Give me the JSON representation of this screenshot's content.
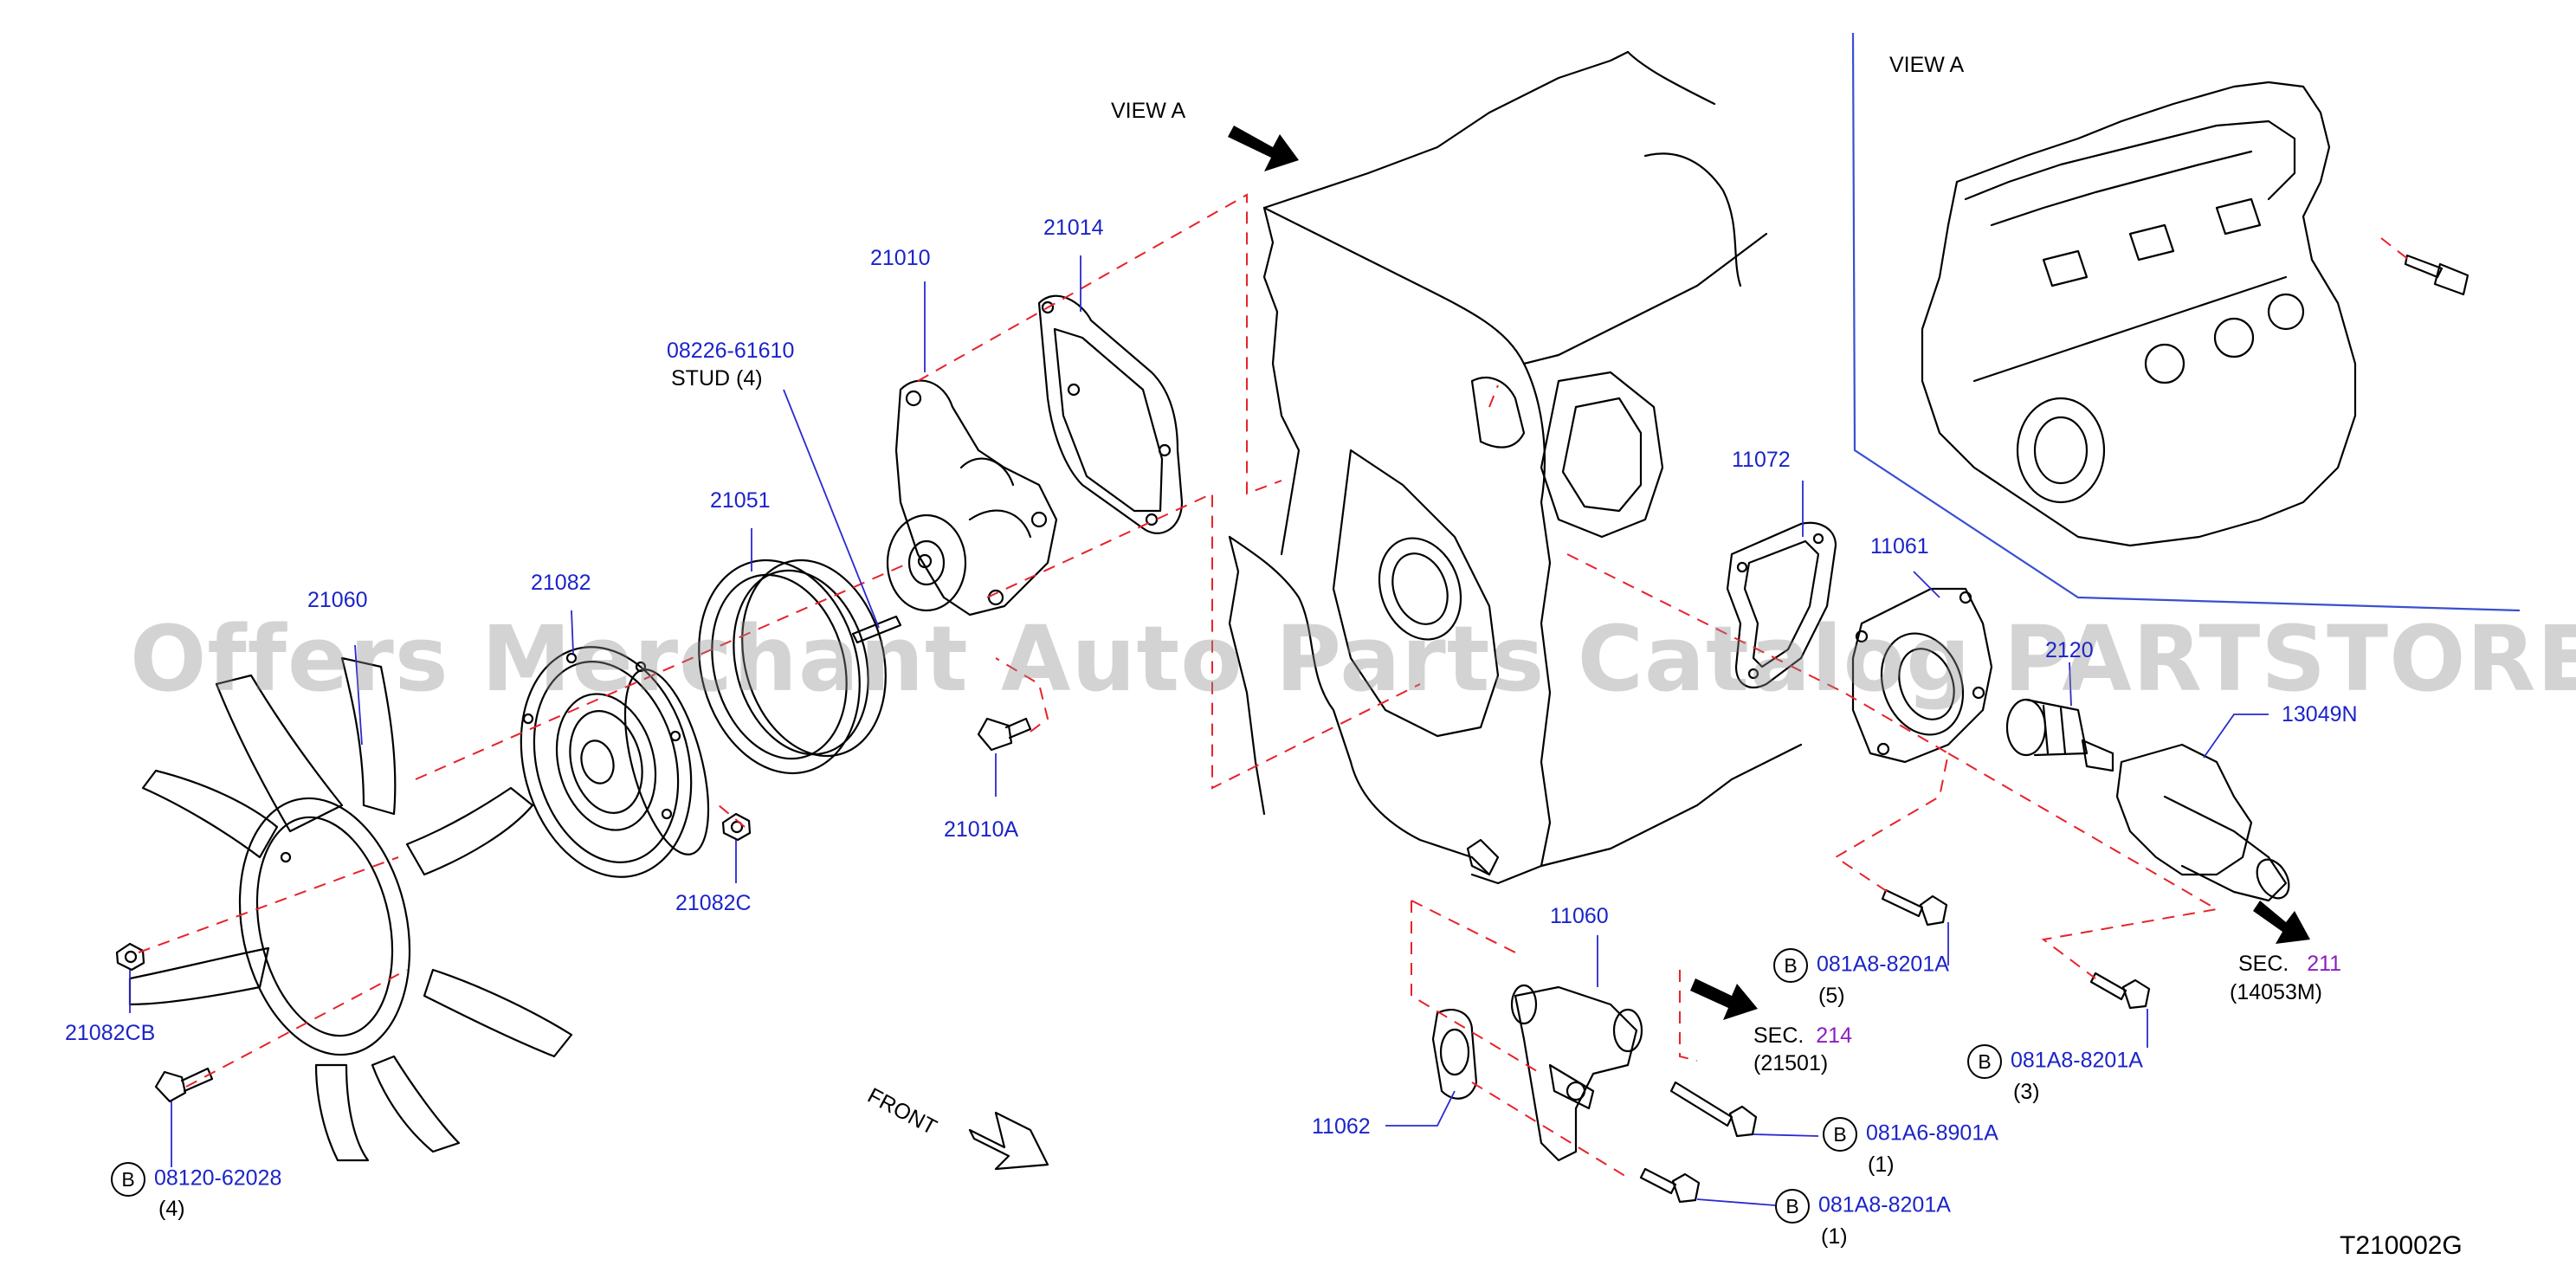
{
  "view_a_main": "VIEW   A",
  "view_a_inset": "VIEW   A",
  "front": "FRONT",
  "code": "T210002G",
  "watermark": "Offers Merchant Auto Parts Catalog PARTSTORE.SA",
  "colors": {
    "part_number": "#1b24c9",
    "section": "#8a1fbf",
    "leader": "#2a2ad0",
    "dash": "#e8222a"
  },
  "parts": {
    "p21060": "21060",
    "p21082": "21082",
    "p21051": "21051",
    "p08226": "08226-61610",
    "stud": "STUD  (4)",
    "p21010": "21010",
    "p21014": "21014",
    "p21010A": "21010A",
    "p21082C": "21082C",
    "p21082CB": "21082CB",
    "p08120": "08120-62028",
    "q4": "(4)",
    "p11072": "11072",
    "p11061": "11061",
    "p2120": "2120",
    "p13049N": "13049N",
    "p11060": "11060",
    "p11062": "11062",
    "b1_pn": "081A8-8201A",
    "b1_q": "(5)",
    "b2_pn": "081A8-8201A",
    "b2_q": "(3)",
    "b3_pn": "081A6-8901A",
    "b3_q": "(1)",
    "b4_pn": "081A8-8201A",
    "b4_q": "(1)",
    "b_letter": "B"
  },
  "sections": {
    "s1_label": "SEC.",
    "s1_num": "214",
    "s1_sub": "(21501)",
    "s2_label": "SEC.",
    "s2_num": "211",
    "s2_sub": "(14053M)"
  }
}
